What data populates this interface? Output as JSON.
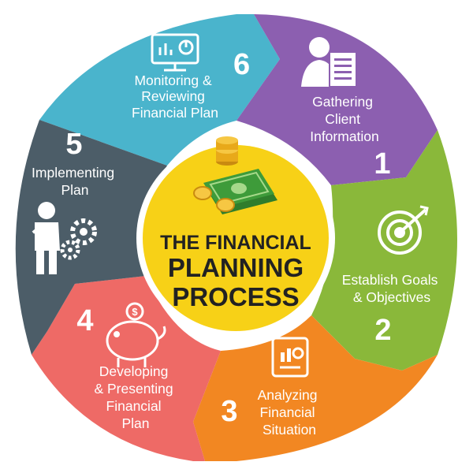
{
  "center": {
    "lines": [
      "THE FINANCIAL",
      "PLANNING",
      "PROCESS"
    ]
  },
  "colors": {
    "center_fill": "#f7d117",
    "segment_1": "#8c5fb0",
    "segment_2": "#8ab83a",
    "segment_3": "#f28722",
    "segment_4": "#ee6a66",
    "segment_5": "#4c5d68",
    "segment_6": "#4ab4cc",
    "cash": "#3e9b3a",
    "coin": "#e8a91a"
  },
  "segments": [
    {
      "number": "1",
      "lines": [
        "Gathering",
        "Client",
        "Information"
      ],
      "icon": "client-document-icon"
    },
    {
      "number": "2",
      "lines": [
        "Establish Goals",
        "& Objectives"
      ],
      "icon": "target-arrow-icon"
    },
    {
      "number": "3",
      "lines": [
        "Analyzing",
        "Financial",
        "Situation"
      ],
      "icon": "tablet-chart-icon"
    },
    {
      "number": "4",
      "lines": [
        "Developing",
        "& Presenting",
        "Financial",
        "Plan"
      ],
      "icon": "piggy-bank-icon"
    },
    {
      "number": "5",
      "lines": [
        "Implementing",
        "Plan"
      ],
      "icon": "person-gears-icon"
    },
    {
      "number": "6",
      "lines": [
        "Monitoring &",
        "Reviewing",
        "Financial Plan"
      ],
      "icon": "monitor-chart-icon"
    }
  ]
}
